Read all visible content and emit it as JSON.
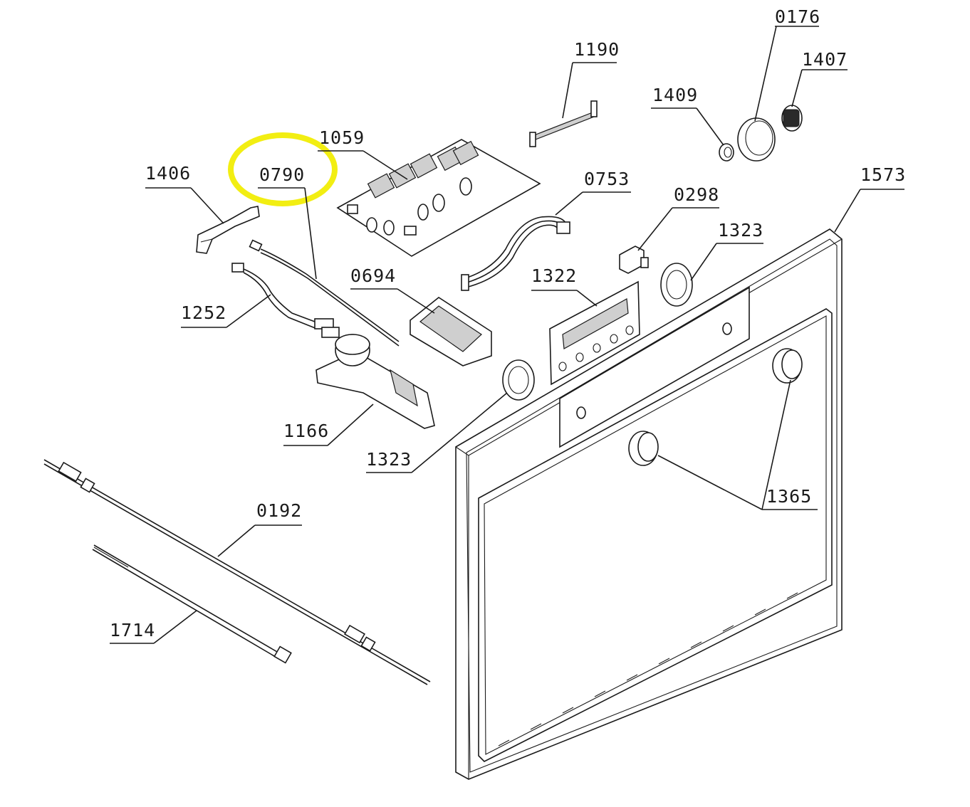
{
  "highlight": {
    "target_label": "0790",
    "color": "#f2ee12"
  },
  "labels": {
    "l0176": "0176",
    "l1190": "1190",
    "l1407": "1407",
    "l1409": "1409",
    "l1059": "1059",
    "l0790": "0790",
    "l1406": "1406",
    "l0753": "0753",
    "l1573": "1573",
    "l0298": "0298",
    "l1323a": "1323",
    "l0694": "0694",
    "l1322": "1322",
    "l1252": "1252",
    "l1166": "1166",
    "l1323b": "1323",
    "l1365": "1365",
    "l0192": "0192",
    "l1714": "1714"
  }
}
